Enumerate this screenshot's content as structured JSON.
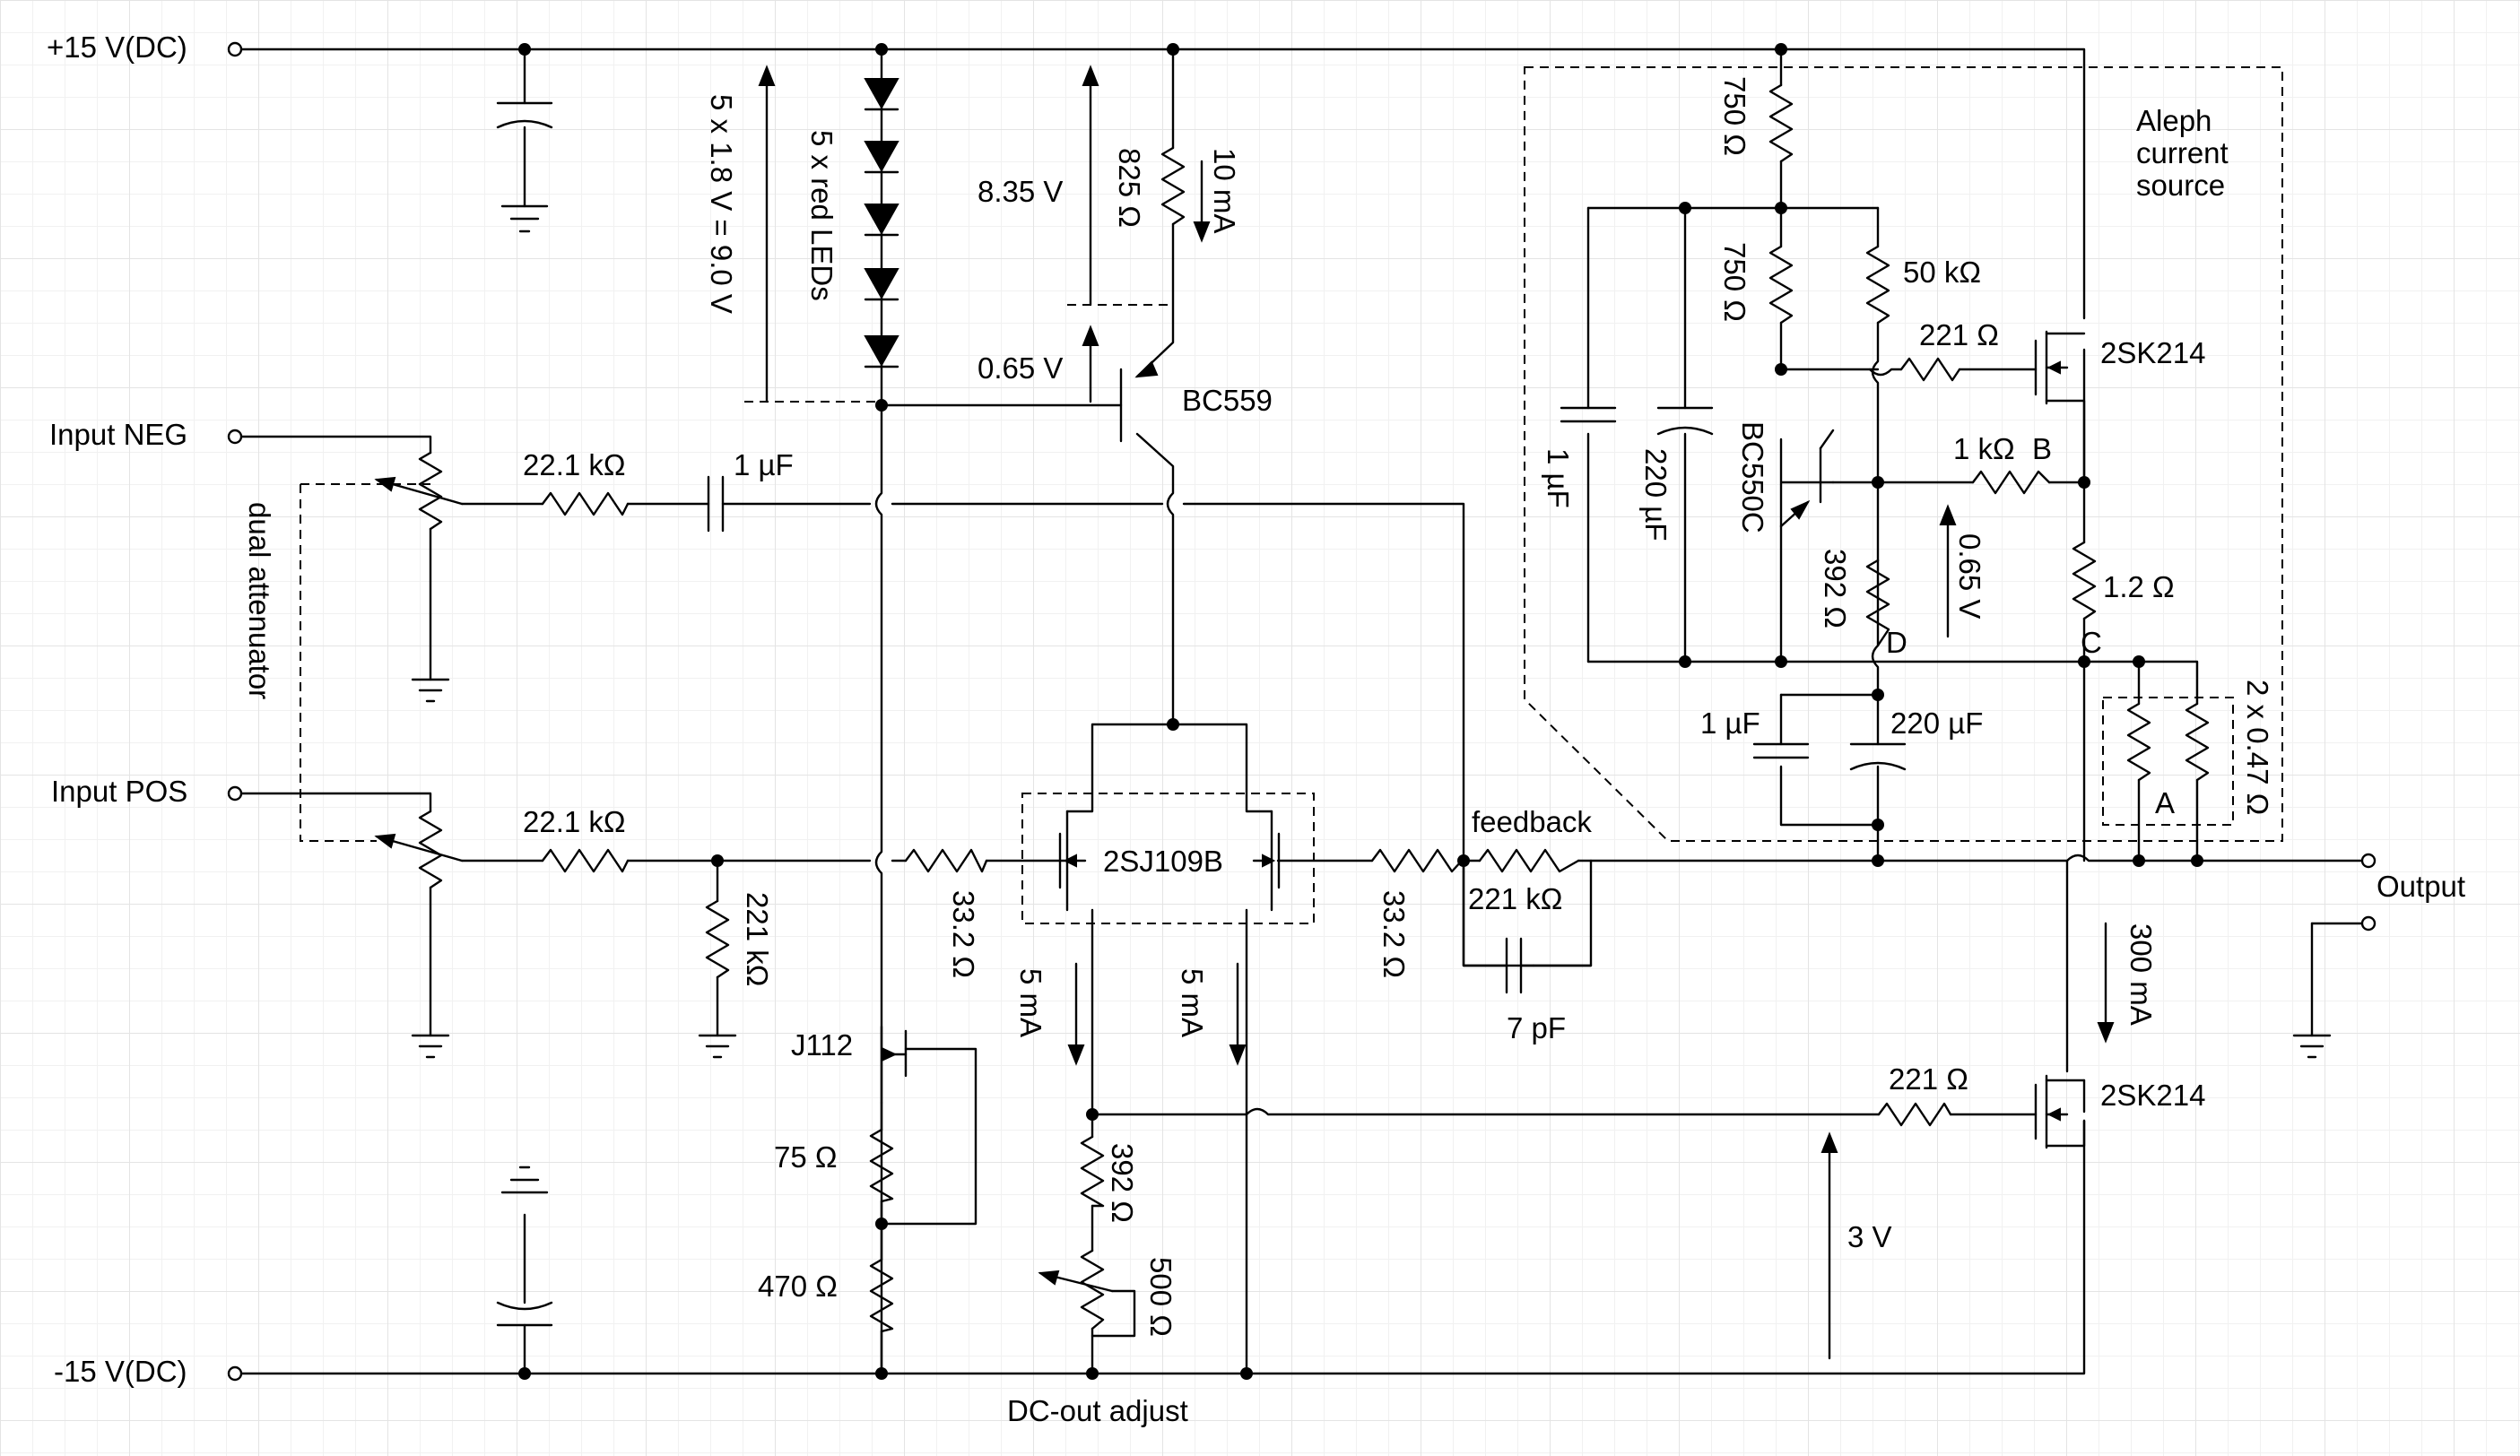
{
  "labels": {
    "rail_pos": "+15 V(DC)",
    "rail_neg": "-15 V(DC)",
    "input_neg": "Input NEG",
    "input_pos": "Input POS",
    "output": "Output",
    "dual_attenuator": "dual attenuator",
    "leds_voltage": "5 x 1.8 V = 9.0 V",
    "leds": "5 x red LEDs",
    "v_835": "8.35 V",
    "r_825": "825 Ω",
    "i_10ma": "10 mA",
    "v_065_top": "0.65 V",
    "bc559": "BC559",
    "r_22k1_neg": "22.1 kΩ",
    "c_1u_in": "1 µF",
    "r_22k1_pos": "22.1 kΩ",
    "r_221k_in": "221 kΩ",
    "r_33_2_left": "33.2 Ω",
    "dual_jfet": "2SJ109B",
    "r_33_2_right": "33.2 Ω",
    "feedback": "feedback",
    "r_221k_fb": "221 kΩ",
    "c_7p": "7 pF",
    "j112": "J112",
    "r_75": "75 Ω",
    "r_470": "470 Ω",
    "i_5ma_left": "5 mA",
    "i_5ma_right": "5 mA",
    "r_392_bot": "392 Ω",
    "r_500": "500 Ω",
    "dc_out": "DC-out adjust",
    "r_750_top": "750 Ω",
    "r_750_mid": "750 Ω",
    "r_50k": "50 kΩ",
    "r_221_top": "221 Ω",
    "mos_top": "2SK214",
    "aleph1": "Aleph",
    "aleph2": "current",
    "aleph3": "source",
    "c_1u_cs": "1 µF",
    "c_220u_cs": "220 µF",
    "bc550c": "BC550C",
    "r_1k": "1 kΩ",
    "node_b": "B",
    "r_392_cs": "392 Ω",
    "v_065_cs": "0.65 V",
    "node_d": "D",
    "r_1_2": "1.2 Ω",
    "node_c": "C",
    "c_1u_lo": "1 µF",
    "c_220u_lo": "220 µF",
    "r_047": "2 x 0.47 Ω",
    "node_a": "A",
    "i_300ma": "300 mA",
    "r_221_bot": "221 Ω",
    "mos_bot": "2SK214",
    "v_3": "3 V"
  }
}
